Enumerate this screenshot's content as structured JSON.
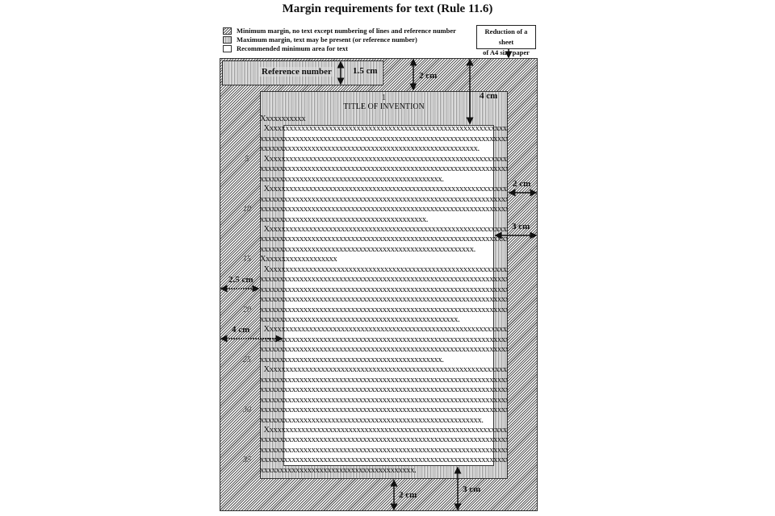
{
  "title": "Margin requirements for text (Rule 11.6)",
  "legend": [
    {
      "pattern": "hatch",
      "label": "Minimum margin, no text except numbering of lines and reference number"
    },
    {
      "pattern": "vstripe",
      "label": "Maximum margin, text may be present (or reference number)"
    },
    {
      "pattern": "blank",
      "label": "Recommended minimum area for text"
    }
  ],
  "reduction_note": [
    "Reduction of a sheet",
    "of A4 size paper"
  ],
  "reference_number": "Reference number",
  "page_heading": {
    "number": "1",
    "title": "TITLE OF INVENTION"
  },
  "dimensions": {
    "ref_height": "1.5 cm",
    "top_min": "2 cm",
    "top_text": "4 cm",
    "right_min": "2 cm",
    "right_text": "3 cm",
    "left_min": "2.5 cm",
    "left_text": "4 cm",
    "bottom_min": "2 cm",
    "bottom_text": "3 cm"
  },
  "line_numbers": [
    "5",
    "10",
    "15",
    "20",
    "25",
    "30",
    "35"
  ],
  "text_lines": [
    "Xxxxxxxxxxx",
    "  Xxxxxxxxxxxxxxxxxxxxxxxxxxxxxxxxxxxxxxxxxxxxxxxxxxxxxxxxxxxxxx",
    "xxxxxxxxxxxxxxxxxxxxxxxxxxxxxxxxxxxxxxxxxxxxxxxxxxxxxxxxxxxxxxxxxx",
    "xxxxxxxxxxxxxxxxxxxxxxxxxxxxxxxxxxxxxxxxxxxxxxxxxxxxxxx.",
    "  Xxxxxxxxxxxxxxxxxxxxxxxxxxxxxxxxxxxxxxxxxxxxxxxxxxxxxxxxxxxxxx",
    "xxxxxxxxxxxxxxxxxxxxxxxxxxxxxxxxxxxxxxxxxxxxxxxxxxxxxxxxxxxxxxxxxx",
    "xxxxxxxxxxxxxxxxxxxxxxxxxxxxxxxxxxxxxxxxxxxxxx.",
    "  Xxxxxxxxxxxxxxxxxxxxxxxxxxxxxxxxxxxxxxxxxxxxxxxxxxxxxxxxxxxxxx",
    "xxxxxxxxxxxxxxxxxxxxxxxxxxxxxxxxxxxxxxxxxxxxxxxxxxxxxxxxxxxxxxxxxx",
    "xxxxxxxxxxxxxxxxxxxxxxxxxxxxxxxxxxxxxxxxxxxxxxxxxxxxxxxxxxxxxxxxxx",
    "xxxxxxxxxxxxxxxxxxxxxxxxxxxxxxxxxxxxxxxxxx.",
    "  Xxxxxxxxxxxxxxxxxxxxxxxxxxxxxxxxxxxxxxxxxxxxxxxxxxxxxxxxxxxxxx",
    "xxxxxxxxxxxxxxxxxxxxxxxxxxxxxxxxxxxxxxxxxxxxxxxxxxxxxxxxxxxxxxxxxx",
    "xxxxxxxxxxxxxxxxxxxxxxxxxxxxxxxxxxxxxxxxxxxxxxxxxxxxxx.",
    "Xxxxxxxxxxxxxxxxxxx",
    "  Xxxxxxxxxxxxxxxxxxxxxxxxxxxxxxxxxxxxxxxxxxxxxxxxxxxxxxxxxxxxxx",
    "xxxxxxxxxxxxxxxxxxxxxxxxxxxxxxxxxxxxxxxxxxxxxxxxxxxxxxxxxxxxxxxxxx",
    "xxxxxxxxxxxxxxxxxxxxxxxxxxxxxxxxxxxxxxxxxxxxxxxxxxxxxxxxxxxxxxxxxx",
    "xxxxxxxxxxxxxxxxxxxxxxxxxxxxxxxxxxxxxxxxxxxxxxxxxxxxxxxxxxxxxxxxxx",
    "xxxxxxxxxxxxxxxxxxxxxxxxxxxxxxxxxxxxxxxxxxxxxxxxxxxxxxxxxxxxxxxxxx",
    "xxxxxxxxxxxxxxxxxxxxxxxxxxxxxxxxxxxxxxxxxxxxxxxxxx.",
    "  Xxxxxxxxxxxxxxxxxxxxxxxxxxxxxxxxxxxxxxxxxxxxxxxxxxxxxxxxxxxxxx",
    "xxxxxxxxxxxxxxxxxxxxxxxxxxxxxxxxxxxxxxxxxxxxxxxxxxxxxxxxxxxxxxxxxx",
    "xxxxxxxxxxxxxxxxxxxxxxxxxxxxxxxxxxxxxxxxxxxxxxxxxxxxxxxxxxxxxxxxxx",
    "xxxxxxxxxxxxxxxxxxxxxxxxxxxxxxxxxxxxxxxxxxxxxx.",
    "  Xxxxxxxxxxxxxxxxxxxxxxxxxxxxxxxxxxxxxxxxxxxxxxxxxxxxxxxxxxxxxx",
    "xxxxxxxxxxxxxxxxxxxxxxxxxxxxxxxxxxxxxxxxxxxxxxxxxxxxxxxxxxxxxxxxxx",
    "xxxxxxxxxxxxxxxxxxxxxxxxxxxxxxxxxxxxxxxxxxxxxxxxxxxxxxxxxxxxxxxxxx",
    "xxxxxxxxxxxxxxxxxxxxxxxxxxxxxxxxxxxxxxxxxxxxxxxxxxxxxxxxxxxxxxxxxx",
    "xxxxxxxxxxxxxxxxxxxxxxxxxxxxxxxxxxxxxxxxxxxxxxxxxxxxxxxxxxxxxxxxxx",
    "xxxxxxxxxxxxxxxxxxxxxxxxxxxxxxxxxxxxxxxxxxxxxxxxxxxxxxxx.",
    "  Xxxxxxxxxxxxxxxxxxxxxxxxxxxxxxxxxxxxxxxxxxxxxxxxxxxxxxxxxxxxxx",
    "xxxxxxxxxxxxxxxxxxxxxxxxxxxxxxxxxxxxxxxxxxxxxxxxxxxxxxxxxxxxxxxxxx",
    "xxxxxxxxxxxxxxxxxxxxxxxxxxxxxxxxxxxxxxxxxxxxxxxxxxxxxxxxxxxxxxxxxx",
    "xxxxxxxxxxxxxxxxxxxxxxxxxxxxxxxxxxxxxxxxxxxxxxxxxxxxxxxxxxxxxxxxxx",
    "xxxxxxxxxxxxxxxxxxxxxxxxxxxxxxxxxxxxxxx."
  ]
}
